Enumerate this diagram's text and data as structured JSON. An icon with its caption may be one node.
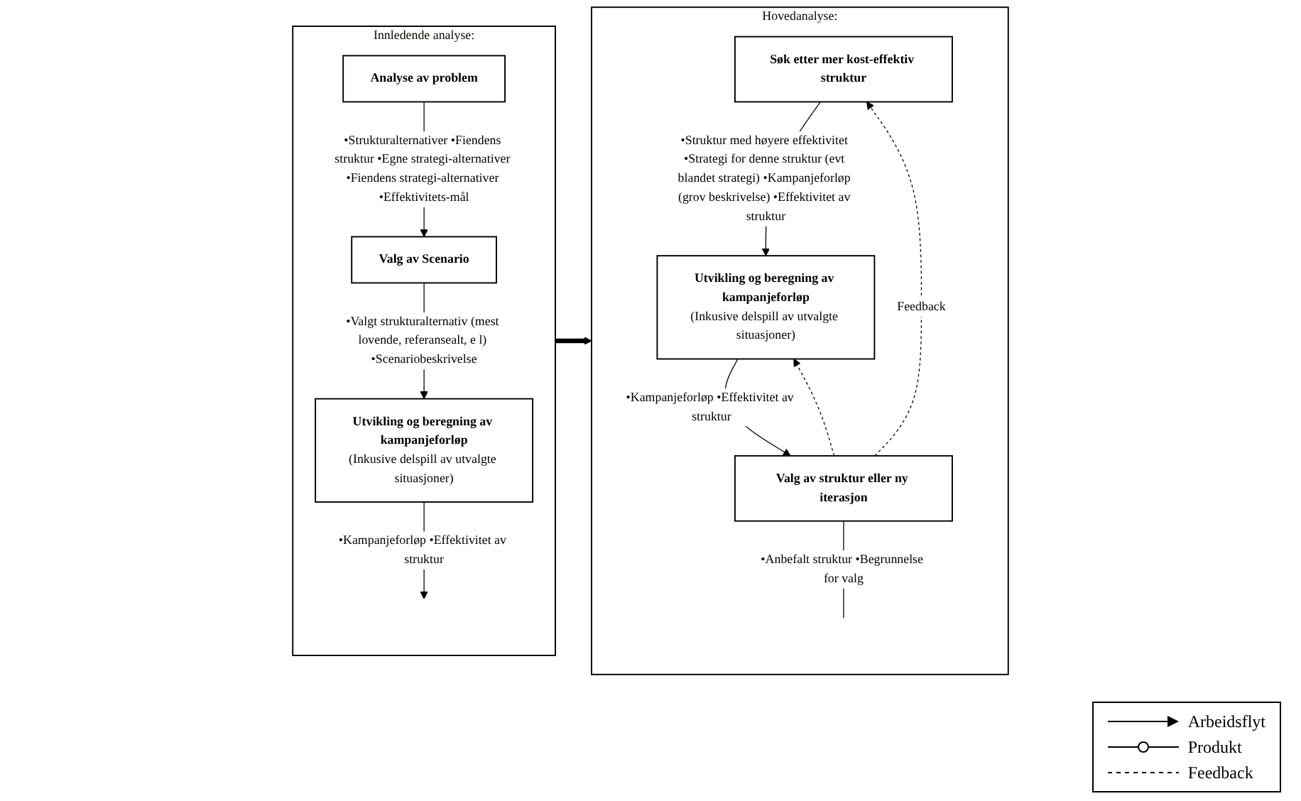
{
  "diagram": {
    "nodes": [
      {
        "text": [
          "Innledende analyse:"
        ]
      },
      {
        "text": [
          "Analyse av problem"
        ],
        "in": 0
      },
      {
        "text": [
          "Valg av Scenario"
        ],
        "in": 0
      },
      {
        "text": [
          "Utvikling og beregning av kampanjeforløp",
          "(Inkusive delspill av utvalgte situasjoner)"
        ],
        "in": 0
      },
      {
        "text": [
          "Hovedanalyse:"
        ]
      },
      {
        "text": [
          "Søk etter mer kost-effektiv struktur"
        ],
        "in": 4
      },
      {
        "text": [
          "Utvikling og beregning av kampanjeforløp",
          "(Inkusive delspill av utvalgte situasjoner)"
        ],
        "in": 4
      },
      {
        "text": [
          "Valg av struktur eller ny iterasjon"
        ],
        "in": 4
      }
    ],
    "edges": [
      {
        "from": 1,
        "to": 2,
        "arrow": "to",
        "label": "•Strukturalternativer •Fiendens struktur •Egne strategi-alternativer •Fiendens strategi-alternativer •Effektivitets-mål"
      },
      {
        "from": 2,
        "to": 3,
        "arrow": "to",
        "label": "•Valgt strukturalternativ (mest lovende, referansealt, e l) •Scenariobeskrivelse"
      },
      {
        "from": 3,
        "to": null,
        "arrow": "to",
        "label": "•Kampanjeforløp •Effektivitet av struktur"
      },
      {
        "from": 0,
        "to": 4,
        "arrow": "to",
        "style": "thick"
      },
      {
        "from": 5,
        "to": 6,
        "arrow": "to",
        "label": "•Struktur med høyere effektivitet •Strategi for denne struktur (evt blandet strategi) •Kampanjeforløp (grov beskrivelse) •Effektivitet av struktur"
      },
      {
        "from": 6,
        "to": 7,
        "arrow": "to",
        "label": "•Kampanjeforløp •Effektivitet av struktur"
      },
      {
        "from": 7,
        "to": null,
        "arrow": "none",
        "label": "•Anbefalt struktur •Begrunnelse for valg"
      },
      {
        "from": 7,
        "to": 5,
        "arrow": "to",
        "style": "dashed",
        "label": "Feedback"
      },
      {
        "from": 7,
        "to": 6,
        "arrow": "to",
        "style": "dashed"
      }
    ],
    "legend": [
      {
        "text": "Arbeidsflyt"
      },
      {
        "text": "Produkt"
      },
      {
        "text": "Feedback"
      }
    ]
  }
}
